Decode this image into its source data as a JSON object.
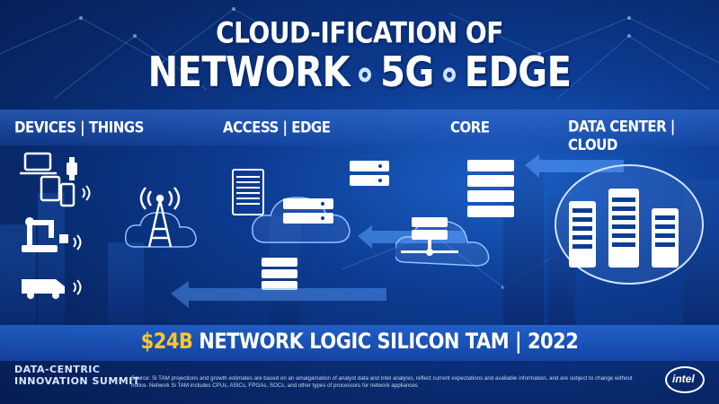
{
  "title": {
    "line1": "CLOUD-IFICATION OF",
    "part1": "NETWORK",
    "part2": "5G",
    "part3": "EDGE"
  },
  "columns": {
    "devices": "DEVICES | THINGS",
    "access": "ACCESS | EDGE",
    "core": "CORE",
    "datacenter": "DATA CENTER | CLOUD"
  },
  "tam": {
    "amount": "$24B",
    "label": "NETWORK LOGIC SILICON TAM | 2022"
  },
  "event": {
    "line1": "DATA-CENTRIC",
    "line2": "INNOVATION SUMMIT"
  },
  "source_note": "Source: Si TAM projections and growth estimates are based on an amalgamation of analyst data and Intel analysis, reflect current expectations and available information, and are subject to change without notice. Network Si TAM includes CPUs, ASICs, FPGAs, SOCs, and other types of processors for network appliances",
  "brand": {
    "logo_text": "intel"
  },
  "icons": [
    "laptop-icon",
    "smartwatch-icon",
    "tablet-icon",
    "phone-icon",
    "wifi-icon",
    "robot-arm-icon",
    "van-icon",
    "cell-tower-icon",
    "server-rack-icon",
    "server-icon",
    "cloud-icon",
    "network-server-icon",
    "arrow-left-icon",
    "data-center-icon"
  ],
  "colors": {
    "accent": "#ffc629",
    "background": "#0d3c93",
    "text": "#ffffff"
  }
}
